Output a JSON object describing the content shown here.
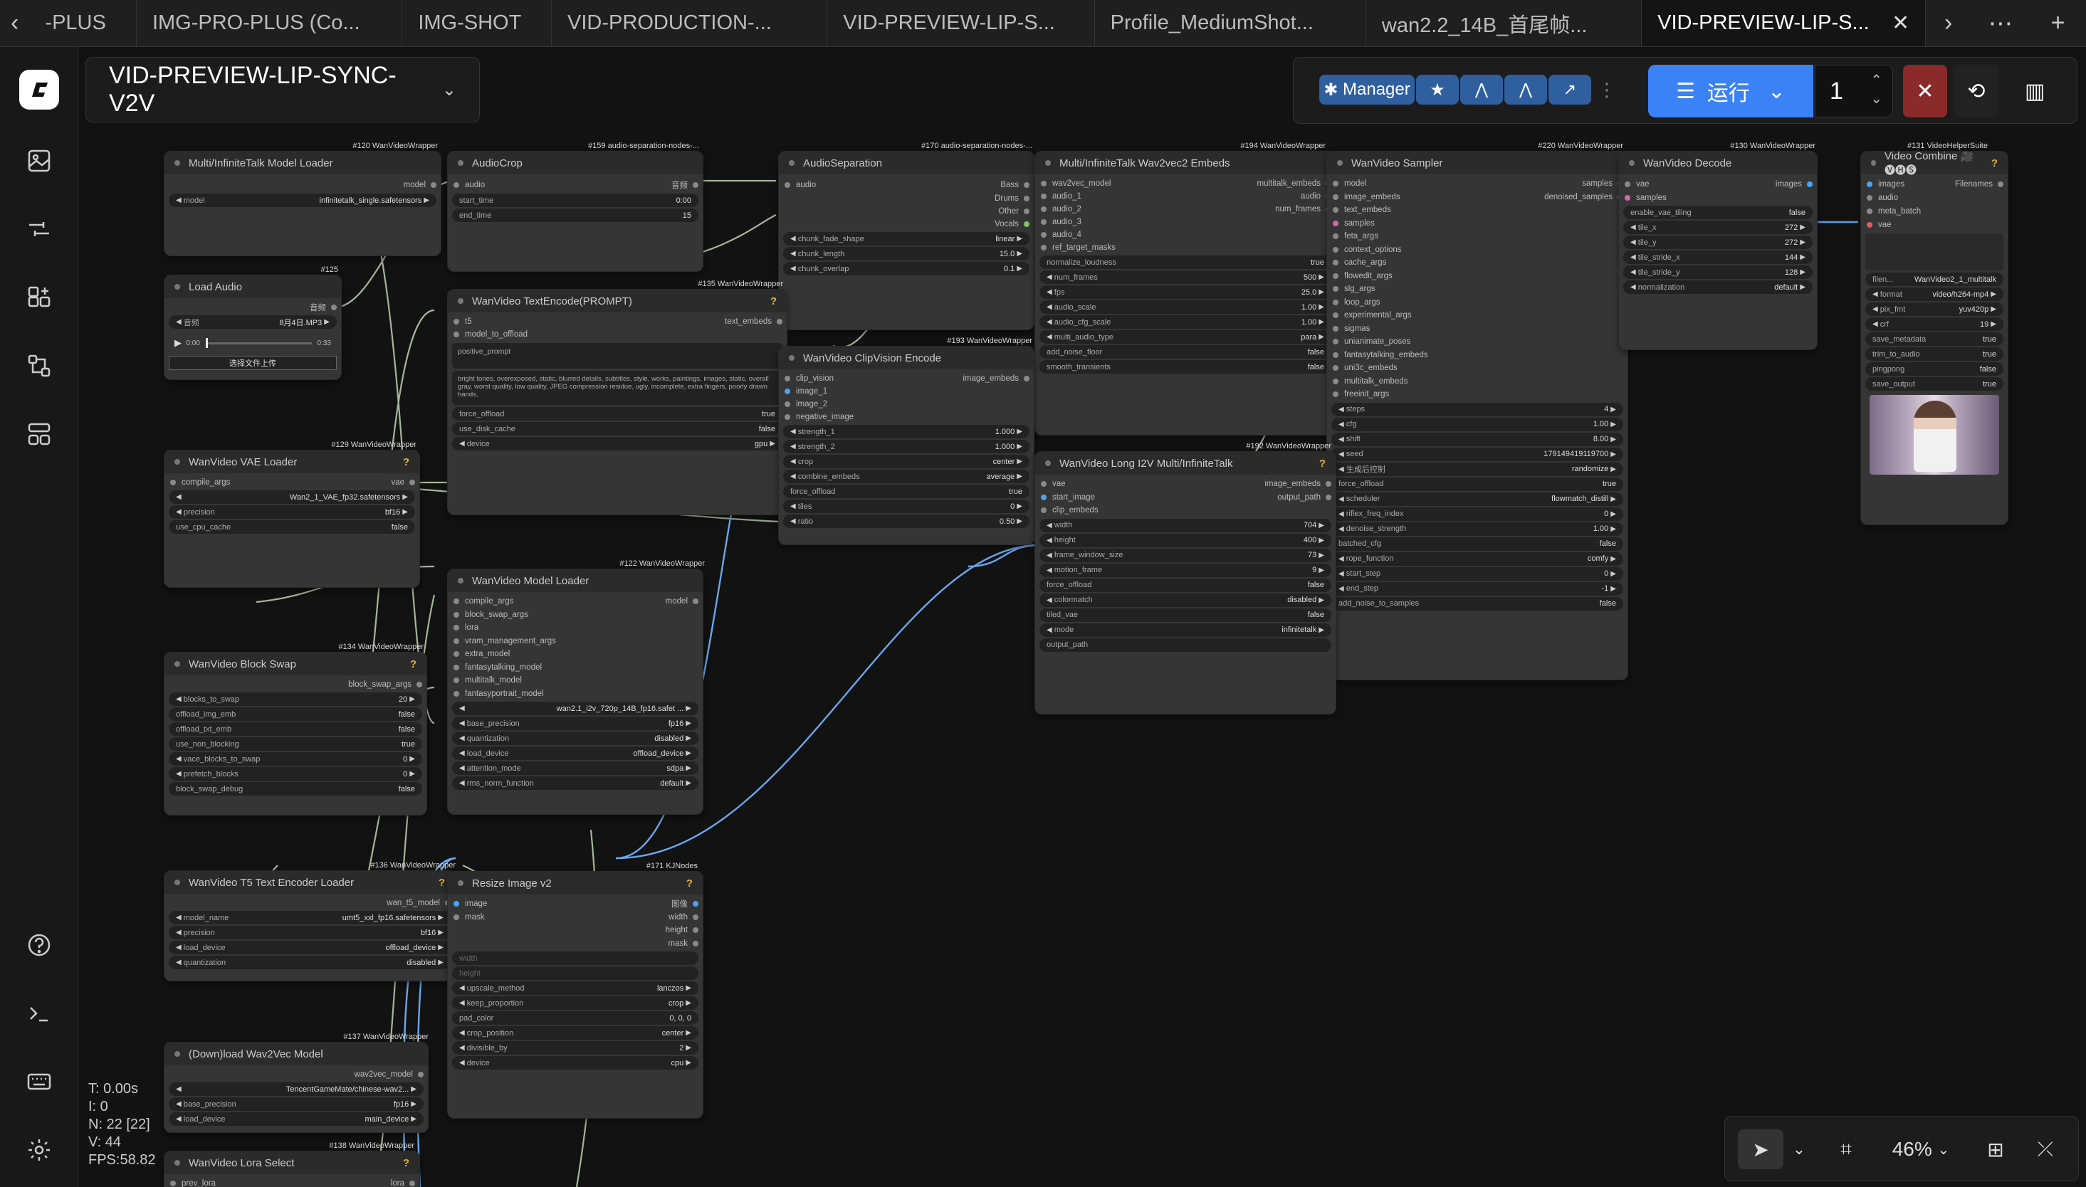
{
  "tabs": [
    {
      "label": "-PLUS"
    },
    {
      "label": "IMG-PRO-PLUS (Co..."
    },
    {
      "label": "IMG-SHOT"
    },
    {
      "label": "VID-PRODUCTION-..."
    },
    {
      "label": "VID-PREVIEW-LIP-S..."
    },
    {
      "label": "Profile_MediumShot..."
    },
    {
      "label": "wan2.2_14B_首尾帧..."
    },
    {
      "label": "VID-PREVIEW-LIP-S..."
    }
  ],
  "workflow_title": "VID-PREVIEW-LIP-SYNC-V2V",
  "runbar": {
    "manager": "Manager",
    "run": "运行",
    "count": "1"
  },
  "stats": {
    "t": "T: 0.00s",
    "i": "I: 0",
    "n": "N: 22 [22]",
    "v": "V: 44",
    "fps": "FPS:58.82"
  },
  "zoom": "46%",
  "nodes": {
    "n120": {
      "tag": "#120 WanVideoWrapper",
      "title": "Multi/InfiniteTalk Model Loader",
      "out": "model",
      "w_label": "model",
      "w_value": "infinitetalk_single.safetensors"
    },
    "n159": {
      "tag": "#159 audio-separation-nodes-...",
      "title": "AudioCrop",
      "in": "audio",
      "out": "音频",
      "w": [
        [
          "start_time",
          "0:00"
        ],
        [
          "end_time",
          "15"
        ]
      ]
    },
    "n170": {
      "tag": "#170 audio-separation-nodes-...",
      "title": "AudioSeparation",
      "in": "audio",
      "outs": [
        "Bass",
        "Drums",
        "Other",
        "Vocals"
      ],
      "w": [
        [
          "chunk_fade_shape",
          "linear"
        ],
        [
          "chunk_length",
          "15.0"
        ],
        [
          "chunk_overlap",
          "0.1"
        ]
      ]
    },
    "n194": {
      "tag": "#194 WanVideoWrapper",
      "title": "Multi/InfiniteTalk Wav2vec2 Embeds",
      "ins": [
        "wav2vec_model",
        "audio_1",
        "audio_2",
        "audio_3",
        "audio_4",
        "ref_target_masks"
      ],
      "outs": [
        "multitalk_embeds",
        "audio",
        "num_frames"
      ],
      "w": [
        [
          "normalize_loudness",
          "true"
        ],
        [
          "num_frames",
          "500"
        ],
        [
          "fps",
          "25.0"
        ],
        [
          "audio_scale",
          "1.00"
        ],
        [
          "audio_cfg_scale",
          "1.00"
        ],
        [
          "multi_audio_type",
          "para"
        ],
        [
          "add_noise_floor",
          "false"
        ],
        [
          "smooth_transients",
          "false"
        ]
      ]
    },
    "n220": {
      "tag": "#220 WanVideoWrapper",
      "title": "WanVideo Sampler",
      "ins": [
        "model",
        "image_embeds",
        "text_embeds",
        "samples",
        "feta_args",
        "context_options",
        "cache_args",
        "flowedit_args",
        "slg_args",
        "loop_args",
        "experimental_args",
        "sigmas",
        "unianimate_poses",
        "fantasytalking_embeds",
        "uni3c_embeds",
        "multitalk_embeds",
        "freeinit_args"
      ],
      "outs": [
        "samples",
        "denoised_samples"
      ],
      "w": [
        [
          "steps",
          "4"
        ],
        [
          "cfg",
          "1.00"
        ],
        [
          "shift",
          "8.00"
        ],
        [
          "seed",
          "179149419119700"
        ],
        [
          "生成后控制",
          "randomize"
        ],
        [
          "force_offload",
          "true"
        ],
        [
          "scheduler",
          "flowmatch_distill"
        ],
        [
          "riflex_freq_index",
          "0"
        ],
        [
          "denoise_strength",
          "1.00"
        ],
        [
          "batched_cfg",
          "false"
        ],
        [
          "rope_function",
          "comfy"
        ],
        [
          "start_step",
          "0"
        ],
        [
          "end_step",
          "-1"
        ],
        [
          "add_noise_to_samples",
          "false"
        ]
      ]
    },
    "n130": {
      "tag": "#130 WanVideoWrapper",
      "title": "WanVideo Decode",
      "ins": [
        "vae",
        "samples"
      ],
      "out": "images",
      "w": [
        [
          "enable_vae_tiling",
          "false"
        ],
        [
          "tile_x",
          "272"
        ],
        [
          "tile_y",
          "272"
        ],
        [
          "tile_stride_x",
          "144"
        ],
        [
          "tile_stride_y",
          "128"
        ],
        [
          "normalization",
          "default"
        ]
      ]
    },
    "n131": {
      "tag": "#131 VideoHelperSuite",
      "title": "Video Combine 🎥🅥🅗🅢",
      "ins": [
        "images",
        "audio",
        "meta_batch",
        "vae"
      ],
      "out": "Filenames",
      "w": [
        [
          "filen...",
          "WanVideo2_1_multitalk"
        ],
        [
          "format",
          "video/h264-mp4"
        ],
        [
          "pix_fmt",
          "yuv420p"
        ],
        [
          "crf",
          "19"
        ],
        [
          "save_metadata",
          "true"
        ],
        [
          "trim_to_audio",
          "true"
        ],
        [
          "pingpong",
          "false"
        ],
        [
          "save_output",
          "true"
        ]
      ]
    },
    "n125": {
      "tag": "#125",
      "title": "Load Audio",
      "out": "音频",
      "w_label": "音频",
      "w_value": "8月4日.MP3",
      "time_start": "0:00",
      "time_end": "0:33",
      "upload": "选择文件上传"
    },
    "n135": {
      "tag": "#135 WanVideoWrapper",
      "title": "WanVideo TextEncode(PROMPT)",
      "ins": [
        "t5",
        "model_to_offload"
      ],
      "out": "text_embeds",
      "pos": "positive_prompt",
      "neg": "bright tones, overexposed, static, blurred details, subtitles, style, works, paintings, images, static, overall gray, worst quality, low quality, JPEG compression residue, ugly, incomplete, extra fingers, poorly drawn hands,",
      "w": [
        [
          "force_offload",
          "true"
        ],
        [
          "use_disk_cache",
          "false"
        ],
        [
          "device",
          "gpu"
        ]
      ]
    },
    "n193": {
      "tag": "#193 WanVideoWrapper",
      "title": "WanVideo ClipVision Encode",
      "ins": [
        "clip_vision",
        "image_1",
        "image_2",
        "negative_image"
      ],
      "out": "image_embeds",
      "w": [
        [
          "strength_1",
          "1.000"
        ],
        [
          "strength_2",
          "1.000"
        ],
        [
          "crop",
          "center"
        ],
        [
          "combine_embeds",
          "average"
        ],
        [
          "force_offload",
          "true"
        ],
        [
          "tiles",
          "0"
        ],
        [
          "ratio",
          "0.50"
        ]
      ]
    },
    "n129": {
      "tag": "#129 WanVideoWrapper",
      "title": "WanVideo VAE Loader",
      "in": "compile_args",
      "out": "vae",
      "w": [
        [
          "",
          "Wan2_1_VAE_fp32.safetensors"
        ],
        [
          "precision",
          "bf16"
        ],
        [
          "use_cpu_cache",
          "false"
        ]
      ]
    },
    "n122": {
      "tag": "#122 WanVideoWrapper",
      "title": "WanVideo Model Loader",
      "ins": [
        "compile_args",
        "block_swap_args",
        "lora",
        "vram_management_args",
        "extra_model",
        "fantasytalking_model",
        "multitalk_model",
        "fantasyportrait_model"
      ],
      "out": "model",
      "w": [
        [
          "",
          "wan2.1_i2v_720p_14B_fp16.safet ..."
        ],
        [
          "base_precision",
          "fp16"
        ],
        [
          "quantization",
          "disabled"
        ],
        [
          "load_device",
          "offload_device"
        ],
        [
          "attention_mode",
          "sdpa"
        ],
        [
          "rms_norm_function",
          "default"
        ]
      ]
    },
    "n192": {
      "tag": "#192 WanVideoWrapper",
      "title": "WanVideo Long I2V Multi/InfiniteTalk",
      "ins": [
        "vae",
        "start_image",
        "clip_embeds"
      ],
      "outs": [
        "image_embeds",
        "output_path"
      ],
      "w": [
        [
          "width",
          "704"
        ],
        [
          "height",
          "400"
        ],
        [
          "frame_window_size",
          "73"
        ],
        [
          "motion_frame",
          "9"
        ],
        [
          "force_offload",
          "false"
        ],
        [
          "colormatch",
          "disabled"
        ],
        [
          "tiled_vae",
          "false"
        ],
        [
          "mode",
          "infinitetalk"
        ],
        [
          "output_path",
          ""
        ]
      ]
    },
    "n134": {
      "tag": "#134 WanVideoWrapper",
      "title": "WanVideo Block Swap",
      "out": "block_swap_args",
      "w": [
        [
          "blocks_to_swap",
          "20"
        ],
        [
          "offload_img_emb",
          "false"
        ],
        [
          "offload_txt_emb",
          "false"
        ],
        [
          "use_non_blocking",
          "true"
        ],
        [
          "vace_blocks_to_swap",
          "0"
        ],
        [
          "prefetch_blocks",
          "0"
        ],
        [
          "block_swap_debug",
          "false"
        ]
      ]
    },
    "n136": {
      "tag": "#136 WanVideoWrapper",
      "title": "WanVideo T5 Text Encoder Loader",
      "out": "wan_t5_model",
      "w": [
        [
          "model_name",
          "umt5_xxl_fp16.safetensors"
        ],
        [
          "precision",
          "bf16"
        ],
        [
          "load_device",
          "offload_device"
        ],
        [
          "quantization",
          "disabled"
        ]
      ]
    },
    "n171": {
      "tag": "#171 KJNodes",
      "title": "Resize Image v2",
      "ins": [
        "image",
        "mask"
      ],
      "outs": [
        "图像",
        "width",
        "height",
        "mask"
      ],
      "w": [
        [
          "width",
          ""
        ],
        [
          "height",
          ""
        ],
        [
          "upscale_method",
          "lanczos"
        ],
        [
          "keep_proportion",
          "crop"
        ],
        [
          "pad_color",
          "0, 0, 0"
        ],
        [
          "crop_position",
          "center"
        ],
        [
          "divisible_by",
          "2"
        ],
        [
          "device",
          "cpu"
        ]
      ]
    },
    "n137": {
      "tag": "#137 WanVideoWrapper",
      "title": "(Down)load Wav2Vec Model",
      "out": "wav2vec_model",
      "w": [
        [
          "",
          "TencentGameMate/chinese-wav2..."
        ],
        [
          "base_precision",
          "fp16"
        ],
        [
          "load_device",
          "main_device"
        ]
      ]
    },
    "n138": {
      "tag": "#138 WanVideoWrapper",
      "title": "WanVideo Lora Select",
      "in": "prev_lora",
      "out": "lora"
    }
  }
}
